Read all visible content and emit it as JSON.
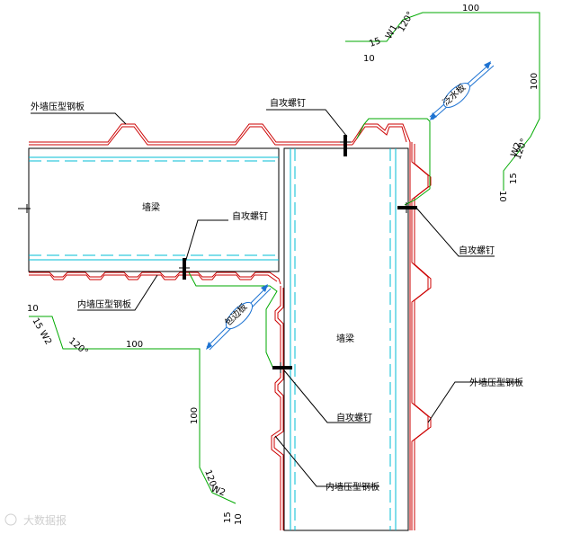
{
  "labels": {
    "outer_panel_top": "外墙压型钢板",
    "screw_top": "自攻螺钉",
    "beam_left": "墙梁",
    "screw_left": "自攻螺钉",
    "inner_panel_left": "内墙压型钢板",
    "screw_right": "自攻螺钉",
    "beam_right": "墙梁",
    "screw_mid": "自攻螺钉",
    "outer_panel_right": "外墙压型钢板",
    "inner_panel_bottom": "内墙压型钢板",
    "ext_flashing": "泛水板",
    "int_flashing": "包边板"
  },
  "dims_top": {
    "d100_h": "100",
    "d100_v": "100",
    "d120_a": "120°",
    "d120_b": "120°",
    "w1": "W1",
    "w2": "W2",
    "d15_a": "15",
    "d10_a": "10",
    "d15_b": "15",
    "d10_b": "10"
  },
  "dims_bottom": {
    "d100_h": "100",
    "d100_v": "100",
    "d120_a": "120°",
    "d120_b": "120°",
    "w2_a": "W2",
    "w2_b": "W2",
    "d10_a": "10",
    "d15_a": "15",
    "d15_b": "15",
    "d10_b": "10"
  },
  "watermark": "大数据报",
  "colors": {
    "panel": "#cc0000",
    "flashing": "#00aa00",
    "centerline": "#00bcd4",
    "arrow": "#1e73d2",
    "line": "#000000"
  }
}
